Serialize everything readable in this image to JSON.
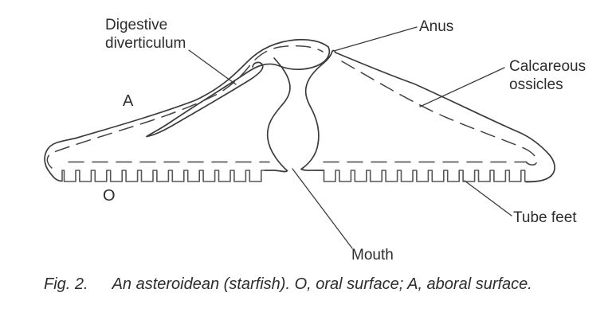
{
  "figure": {
    "labels": {
      "digestive_diverticulum": "Digestive diverticulum",
      "anus": "Anus",
      "calcareous_ossicles": "Calcareous ossicles",
      "aboral_marker": "A",
      "oral_marker": "O",
      "tube_feet": "Tube feet",
      "mouth": "Mouth"
    },
    "caption": {
      "fig_label": "Fig. 2.",
      "text": "An asteroidean (starfish). O, oral surface; A, aboral surface."
    },
    "colors": {
      "line": "#3c3c3c",
      "text": "#2d2d2d",
      "background": "#ffffff"
    }
  }
}
